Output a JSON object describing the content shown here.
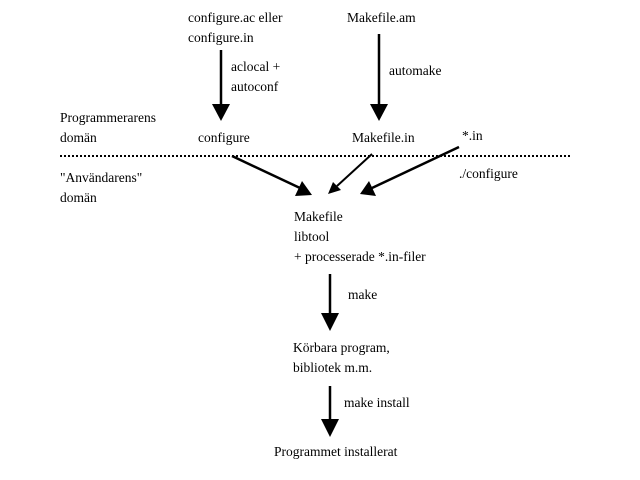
{
  "labels": {
    "configure_ac_line1": "configure.ac eller",
    "configure_ac_line2": "configure.in",
    "makefile_am": "Makefile.am",
    "aclocal_line1": "aclocal +",
    "aclocal_line2": "autoconf",
    "automake": "automake",
    "programmer_line1": "Programmerarens",
    "programmer_line2": "domän",
    "configure": "configure",
    "makefile_in": "Makefile.in",
    "star_in": "*.in",
    "user_line1": "\"Användarens\"",
    "user_line2": "domän",
    "run_configure": "./configure",
    "makefile_line1": "Makefile",
    "makefile_line2": "libtool",
    "makefile_line3": "+ processerade *.in-filer",
    "make": "make",
    "executables_line1": "Körbara program,",
    "executables_line2": "bibliotek m.m.",
    "make_install": "make install",
    "installed": "Programmet installerat"
  }
}
